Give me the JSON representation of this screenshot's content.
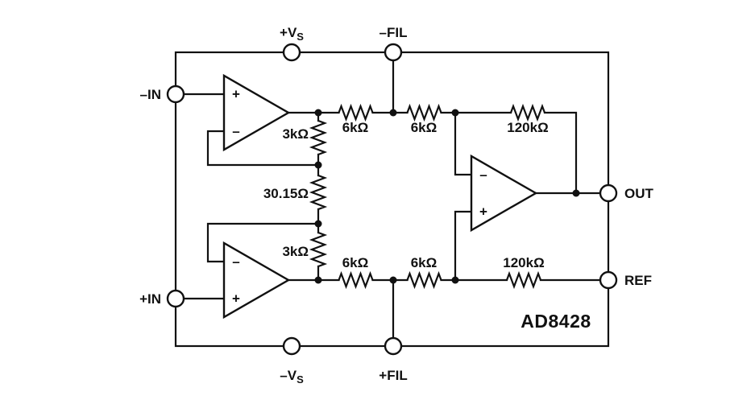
{
  "chip": {
    "part_number": "AD8428"
  },
  "pins": {
    "vs_pos": {
      "main": "+V",
      "sub": "S"
    },
    "vs_neg": {
      "main": "–V",
      "sub": "S"
    },
    "fil_neg": "–FIL",
    "fil_pos": "+FIL",
    "in_neg": "–IN",
    "in_pos": "+IN",
    "out": "OUT",
    "ref": "REF"
  },
  "resistors": {
    "feedback_top": "3kΩ",
    "gain": "30.15Ω",
    "feedback_bottom": "3kΩ",
    "top_6k_left": "6kΩ",
    "top_6k_right": "6kΩ",
    "bottom_6k_left": "6kΩ",
    "bottom_6k_right": "6kΩ",
    "top_120k": "120kΩ",
    "bottom_120k": "120kΩ"
  },
  "opamps": {
    "a1": {
      "in_top": "+",
      "in_bottom": "–"
    },
    "a2": {
      "in_top": "–",
      "in_bottom": "+"
    },
    "a3": {
      "in_top": "–",
      "in_bottom": "+"
    }
  },
  "colors": {
    "line": "#111111",
    "background": "#ffffff"
  }
}
